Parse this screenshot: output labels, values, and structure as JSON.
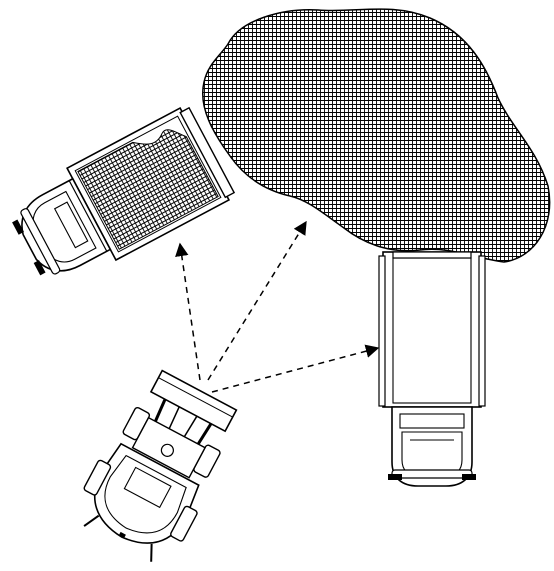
{
  "diagram": {
    "elements": [
      "material-pile",
      "dump-truck-loaded",
      "dump-truck-empty",
      "wheel-loader"
    ],
    "arrows": [
      {
        "from": "wheel-loader",
        "to": "dump-truck-loaded",
        "style": "dashed"
      },
      {
        "from": "wheel-loader",
        "to": "material-pile",
        "style": "dashed"
      },
      {
        "from": "wheel-loader",
        "to": "dump-truck-empty",
        "style": "dashed"
      }
    ],
    "colors": {
      "line": "#000000",
      "fill": "#ffffff",
      "hatch": "#000000"
    }
  }
}
